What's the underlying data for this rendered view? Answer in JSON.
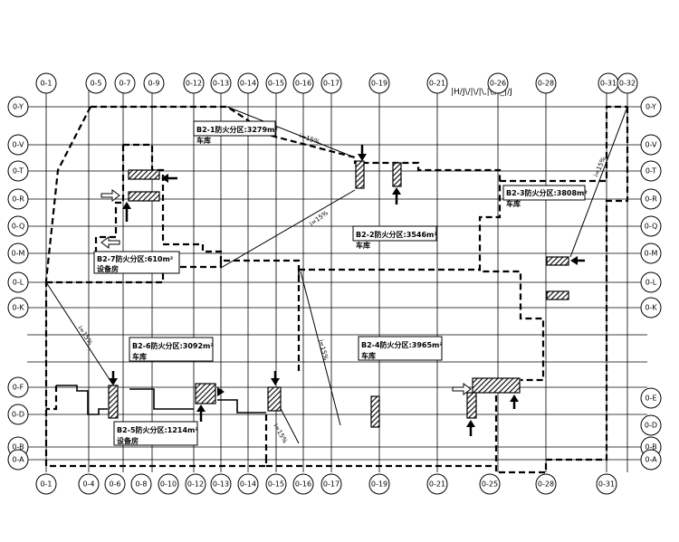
{
  "drawing": {
    "top_note": "|H/J\\/|\\/|\\,|\\,/\\_|/J",
    "x_axes": [
      {
        "label": "0-1"
      },
      {
        "label": "0-5"
      },
      {
        "label": "0-7"
      },
      {
        "label": "0-9"
      },
      {
        "label": "0-12"
      },
      {
        "label": "0-13"
      },
      {
        "label": "0-14"
      },
      {
        "label": "0-15"
      },
      {
        "label": "0-16"
      },
      {
        "label": "0-17"
      },
      {
        "label": "0-19"
      },
      {
        "label": "0-21"
      },
      {
        "label": "0-26"
      },
      {
        "label": "0-28"
      },
      {
        "label": "0-31"
      },
      {
        "label": "0-32"
      }
    ],
    "x_axes_bottom": [
      {
        "label": "0-1"
      },
      {
        "label": "0-4"
      },
      {
        "label": "0-6"
      },
      {
        "label": "0-8"
      },
      {
        "label": "0-10"
      },
      {
        "label": "0-12"
      },
      {
        "label": "0-13"
      },
      {
        "label": "0-14"
      },
      {
        "label": "0-15"
      },
      {
        "label": "0-16"
      },
      {
        "label": "0-17"
      },
      {
        "label": "0-19"
      },
      {
        "label": "0-21"
      },
      {
        "label": "0-25"
      },
      {
        "label": "0-28"
      },
      {
        "label": "0-31"
      }
    ],
    "y_axes": [
      {
        "label": "0-Y"
      },
      {
        "label": "0-V"
      },
      {
        "label": "0-T"
      },
      {
        "label": "0-R"
      },
      {
        "label": "0-Q"
      },
      {
        "label": "0-M"
      },
      {
        "label": "0-L"
      },
      {
        "label": "0-K"
      },
      {
        "label": "0-F"
      },
      {
        "label": "0-D"
      },
      {
        "label": "0-B"
      },
      {
        "label": "0-A"
      }
    ],
    "y_axes_right": [
      {
        "label": "0-Y"
      },
      {
        "label": "0-V"
      },
      {
        "label": "0-T"
      },
      {
        "label": "0-R"
      },
      {
        "label": "0-Q"
      },
      {
        "label": "0-M"
      },
      {
        "label": "0-L"
      },
      {
        "label": "0-K"
      },
      {
        "label": "0-E"
      },
      {
        "label": "0-D"
      },
      {
        "label": "0-B"
      },
      {
        "label": "0-A"
      }
    ],
    "zones": [
      {
        "id": "b2-1",
        "title": "B2-1防火分区:3279m²",
        "use": "车库"
      },
      {
        "id": "b2-2",
        "title": "B2-2防火分区:3546m²",
        "use": "车库"
      },
      {
        "id": "b2-3",
        "title": "B2-3防火分区:3808m²",
        "use": "车库"
      },
      {
        "id": "b2-4",
        "title": "B2-4防火分区:3965m²",
        "use": "车库"
      },
      {
        "id": "b2-5",
        "title": "B2-5防火分区:1214m²",
        "use": "设备房"
      },
      {
        "id": "b2-6",
        "title": "B2-6防火分区:3092m²",
        "use": "车库"
      },
      {
        "id": "b2-7",
        "title": "B2-7防火分区:610m²",
        "use": "设备房"
      }
    ],
    "ramps": [
      {
        "label": "i=15%"
      },
      {
        "label": "i=15%"
      },
      {
        "label": "i=15%"
      },
      {
        "label": "i=15%"
      },
      {
        "label": "i=15%"
      },
      {
        "label": "i=15%"
      }
    ]
  }
}
